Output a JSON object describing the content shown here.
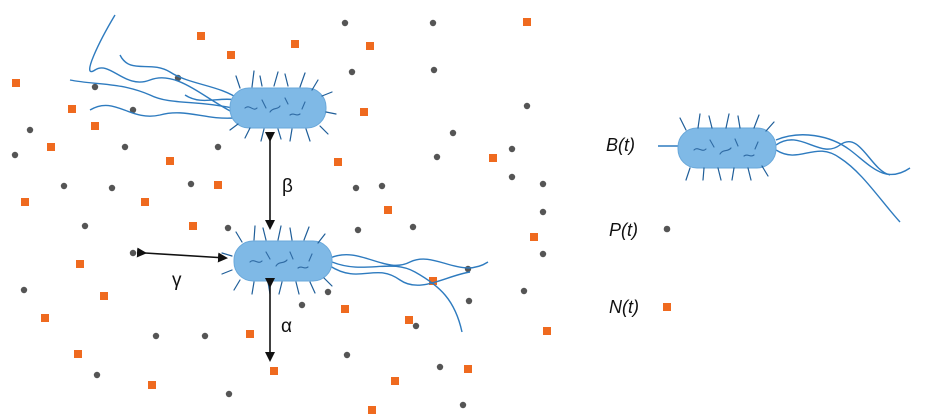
{
  "arrows": {
    "beta": "β",
    "gamma": "γ",
    "alpha": "α"
  },
  "legend": {
    "bacteria_label": "B(t)",
    "phage_label": "P(t)",
    "nutrient_label": "N(t)"
  },
  "colors": {
    "bacterium_body": "#7fb9e6",
    "flagella": "#2e7bbf",
    "phage_dot": "#555555",
    "nutrient_square": "#ef6a1f"
  }
}
